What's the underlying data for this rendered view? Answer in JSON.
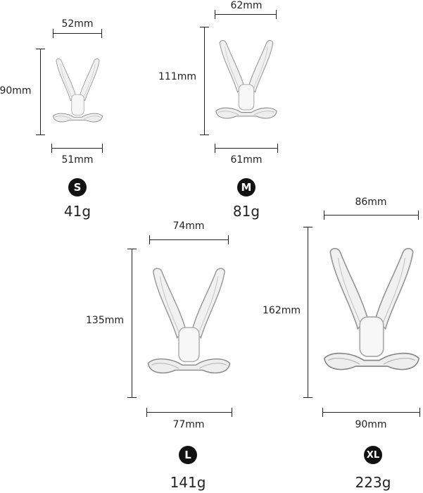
{
  "sizes": [
    {
      "badge": "S",
      "weight": "41g",
      "top_width": "52mm",
      "height": "90mm",
      "bottom_width": "51mm"
    },
    {
      "badge": "M",
      "weight": "81g",
      "top_width": "62mm",
      "height": "111mm",
      "bottom_width": "61mm"
    },
    {
      "badge": "L",
      "weight": "141g",
      "top_width": "74mm",
      "height": "135mm",
      "bottom_width": "77mm"
    },
    {
      "badge": "XL",
      "weight": "223g",
      "top_width": "86mm",
      "height": "162mm",
      "bottom_width": "90mm"
    }
  ]
}
